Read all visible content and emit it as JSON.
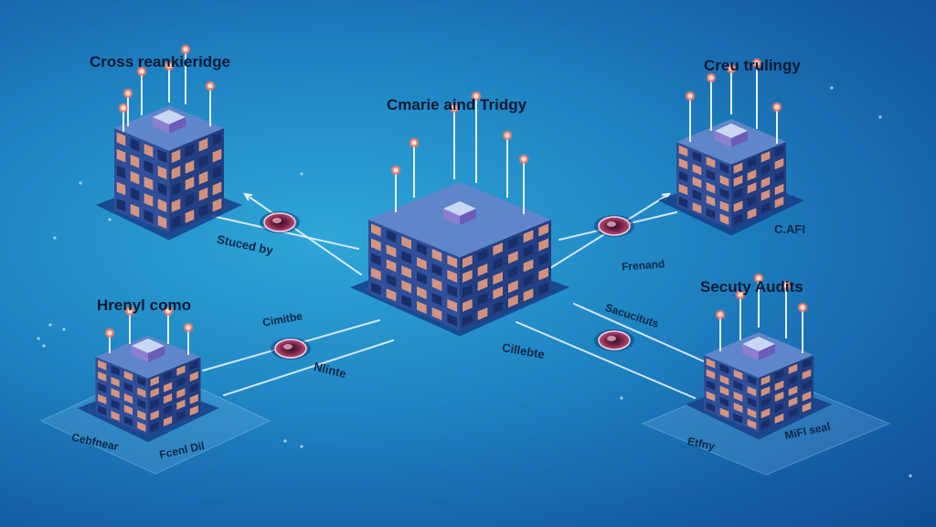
{
  "nodes": {
    "top_left": {
      "title": "Cross reankieridge"
    },
    "center": {
      "title": "Cmarie aind Tridgy"
    },
    "top_right": {
      "title": "Creu trulingy"
    },
    "bottom_left": {
      "title": "Hrenyl como"
    },
    "bottom_right": {
      "title": "Secuty Audits"
    }
  },
  "link_labels": {
    "top_left": "Stuced by",
    "top_right": "Frenand",
    "top_right_side": "C.AFI",
    "bottom_left_upper": "Cimitbe",
    "bottom_left_lower": "Nlinte",
    "center_lower": "Cillebte",
    "bottom_right_upper": "Sacucituts"
  },
  "platform_labels": {
    "bottom_left_a": "Cebfnear",
    "bottom_left_b": "Fcenl Dil",
    "bottom_right_a": "Etfny",
    "bottom_right_b": "MiFl seal"
  },
  "colors": {
    "background": "#1f86c4",
    "building_top": "#5f86c9",
    "building_side_left": "#2f4f9a",
    "building_side_right": "#233f84",
    "window_glow": "#f1a07a",
    "beacon": "#ff7a66",
    "connector": "#e8f2ff"
  },
  "icons": [
    "building-icon",
    "antenna-icon",
    "eye-lens-icon",
    "arrow-icon"
  ]
}
